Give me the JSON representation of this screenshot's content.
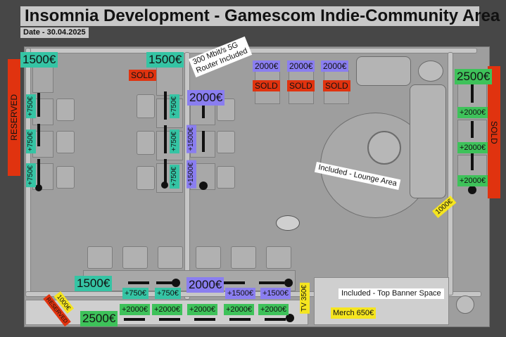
{
  "header": {
    "title": "Insomnia Development - Gamescom Indie-Community Area",
    "date": "Date - 30.04.2025"
  },
  "colors": {
    "teal": "#35c4a4",
    "green": "#3ec25a",
    "purple": "#8a7ef0",
    "sold_red": "#e0330f",
    "yellow": "#f5e51f",
    "background": "#474747"
  },
  "labels": {
    "reserved_left": "RESERVED",
    "sold_right": "SOLD",
    "reserved_bottom": "RESERVED",
    "router": "300 Mbit/s 5G\nRouter Included",
    "lounge": "Included -  Lounge Area",
    "banner": "Included - Top Banner Space",
    "merch": "Merch 650€",
    "tv": "TV 350€",
    "side_1000": "1000€",
    "bottom_1000": "1000€"
  },
  "left_column": {
    "price": "1500€",
    "addons": [
      "+750€",
      "+750€",
      "+750€"
    ]
  },
  "middle_column": {
    "price": "1500€",
    "sold": "SOLD",
    "addons": [
      "+750€",
      "+750€",
      "+750€"
    ]
  },
  "purple_column": {
    "price": "2000€",
    "addons": [
      "+1500€",
      "+1500€"
    ]
  },
  "top_row": {
    "slots": [
      {
        "price": "2000€",
        "status": "SOLD"
      },
      {
        "price": "2000€",
        "status": "SOLD"
      },
      {
        "price": "2000€",
        "status": "SOLD"
      }
    ]
  },
  "right_column": {
    "price": "2500€",
    "addons": [
      "+2000€",
      "+2000€",
      "+2000€"
    ]
  },
  "bottom_left": {
    "price": "1500€",
    "addons": [
      "+750€",
      "+750€"
    ]
  },
  "bottom_purple": {
    "price": "2000€",
    "addons": [
      "+1500€",
      "+1500€"
    ]
  },
  "bottom_green": {
    "price": "2500€",
    "addons": [
      "+2000€",
      "+2000€",
      "+2000€",
      "+2000€",
      "+2000€"
    ]
  }
}
